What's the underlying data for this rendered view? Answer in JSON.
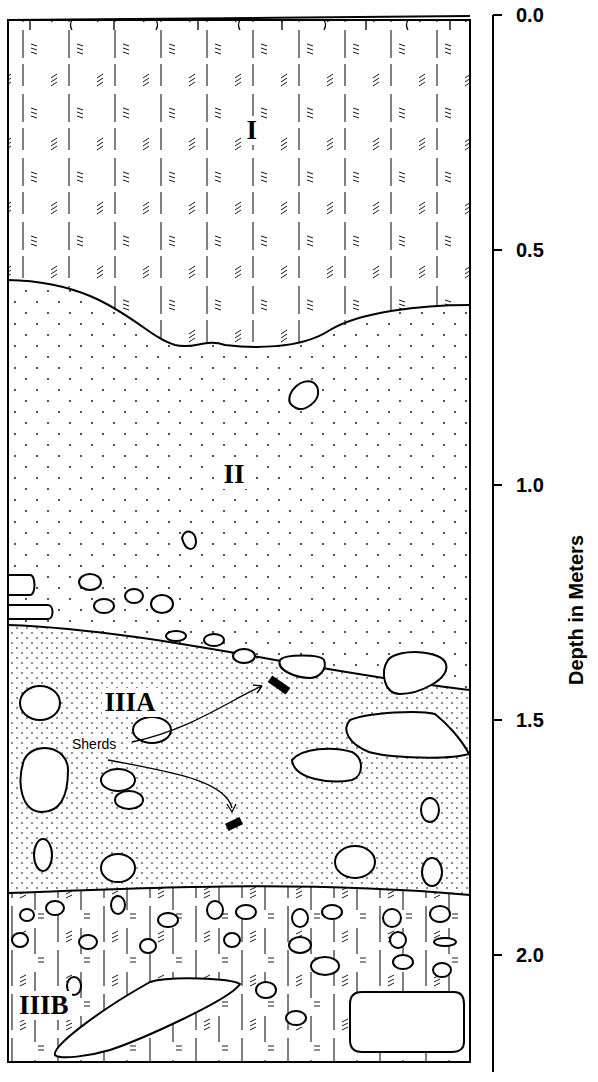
{
  "diagram": {
    "labels": [
      "I",
      "II",
      "IIIA",
      "IIIB",
      "Sherds",
      "0.0",
      "0.5",
      "1.0",
      "1.5",
      "2.0",
      "Depth in Meters"
    ]
  }
}
